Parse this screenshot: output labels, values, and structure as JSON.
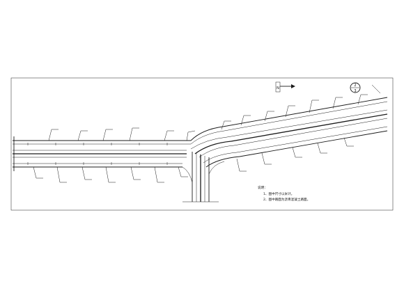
{
  "sheet": {
    "number": "2",
    "total": "3"
  },
  "north_arrow": {
    "label": "N"
  },
  "notes": {
    "title": "说明：",
    "items": [
      "1、图中尺寸以米计。",
      "2、图中路面为沥青混凝土路面。"
    ]
  },
  "colors": {
    "line": "#1a1a1a",
    "background": "#ffffff"
  }
}
